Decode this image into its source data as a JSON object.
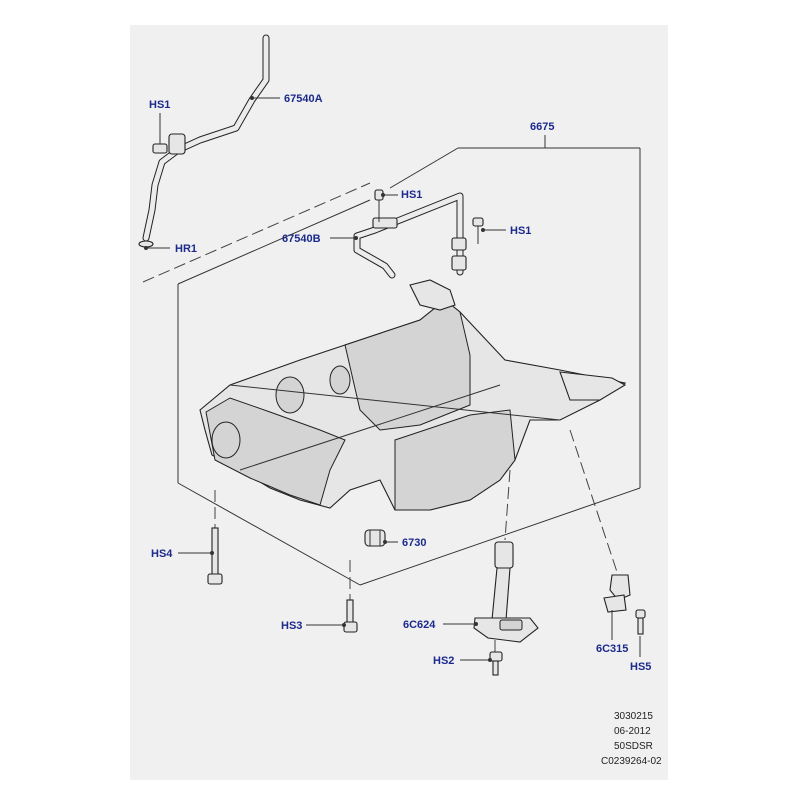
{
  "callouts": {
    "hs1_top": "HS1",
    "tube_a": "67540A",
    "sump": "6675",
    "hs1_mid": "HS1",
    "hs1_right": "HS1",
    "tube_b": "67540B",
    "hr1": "HR1",
    "hs4": "HS4",
    "plug": "6730",
    "hs3": "HS3",
    "sensor": "6C624",
    "hs2": "HS2",
    "crank_sensor": "6C315",
    "hs5": "HS5"
  },
  "reference_block": [
    "3030215",
    "06-2012",
    "50SDSR",
    "C0239264-02"
  ],
  "colors": {
    "callout_text": "#1c2a8c",
    "line": "#333333",
    "panel": "#f0f0f0"
  }
}
